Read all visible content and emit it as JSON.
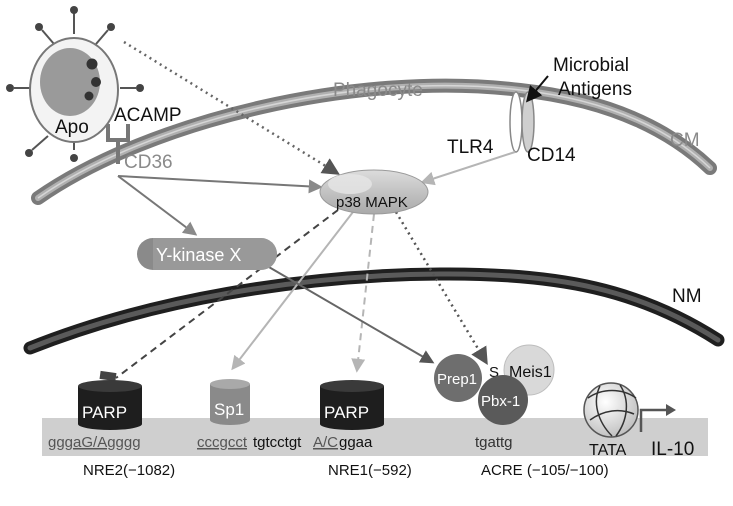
{
  "labels": {
    "apo": "Apo",
    "acamp": "ACAMP",
    "cd36": "CD36",
    "phagocyte": "Phagocyte",
    "microbial_line1": "Microbial",
    "microbial_line2": "Antigens",
    "tlr4": "TLR4",
    "cd14": "CD14",
    "cm": "CM",
    "p38": "p38 MAPK",
    "ykinase": "Y-kinase X",
    "nm": "NM",
    "parp1": "PARP",
    "sp1": "Sp1",
    "parp2": "PARP",
    "prep1": "Prep1",
    "s": "S",
    "meis1": "Meis1",
    "pbx1": "Pbx-1",
    "tata": "TATA",
    "il10": "IL-10"
  },
  "sequences": {
    "seq1": "gggaG/Agggg",
    "seq2_a": "cccgcct",
    "seq2_b": "tgtcctgt",
    "seq2_c": "A/C",
    "seq2_d": "ggaa",
    "seq3": "tgattg"
  },
  "elements": {
    "nre2": "NRE2(−1082)",
    "nre1": "NRE1(−592)",
    "acre": "ACRE (−105/−100)"
  },
  "colors": {
    "membrane": "#8c8c8c",
    "nuclear_membrane": "#3a3a3a",
    "dna_bar": "#cfcfcf",
    "parp": "#1e1e1e",
    "sp1": "#8a8a8a",
    "node_grey": "#bcbcbc",
    "prep1": "#6e6e6e",
    "pbx1": "#5a5a5a",
    "meis1": "#d9d9d9"
  }
}
